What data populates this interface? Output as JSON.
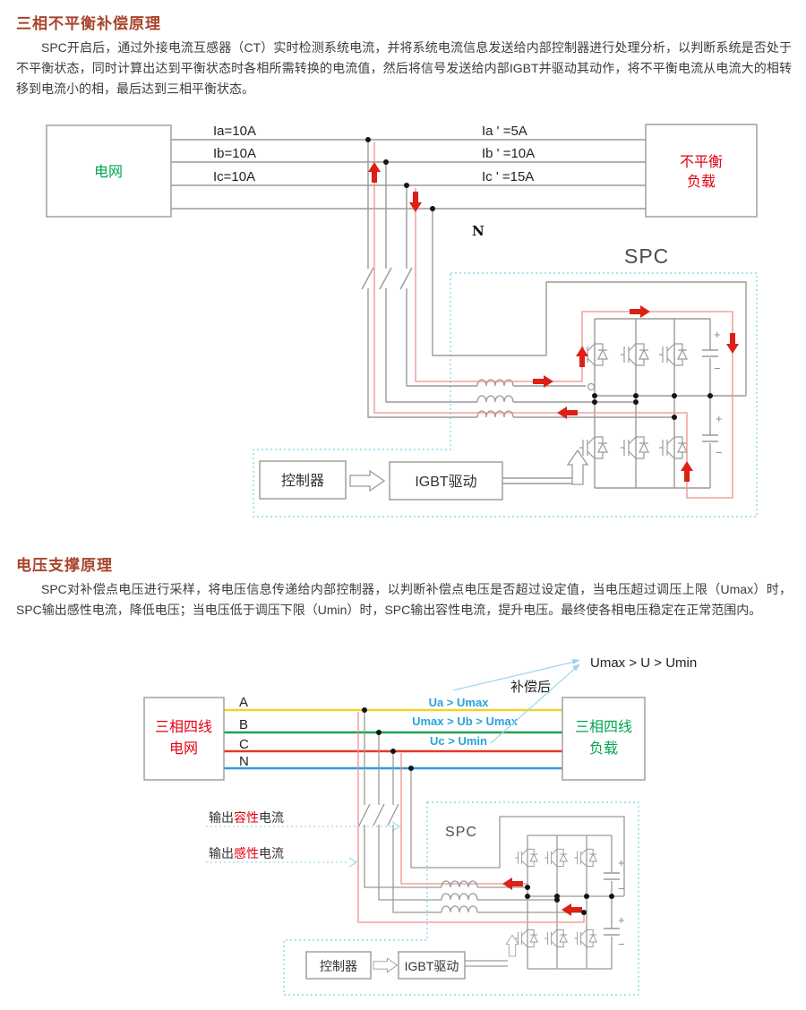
{
  "section1": {
    "title": "三相不平衡补偿原理",
    "paragraph": "SPC开启后，通过外接电流互感器（CT）实时检测系统电流，并将系统电流信息发送给内部控制器进行处理分析，以判断系统是否处于不平衡状态，同时计算出达到平衡状态时各相所需转换的电流值，然后将信号发送给内部IGBT并驱动其动作，将不平衡电流从电流大的相转移到电流小的相，最后达到三相平衡状态。"
  },
  "section2": {
    "title": "电压支撑原理",
    "paragraph": "SPC对补偿点电压进行采样，将电压信息传递给内部控制器，以判断补偿点电压是否超过设定值，当电压超过调压上限（Umax）时，SPC输出感性电流，降低电压；当电压低于调压下限（Umin）时，SPC输出容性电流，提升电压。最终使各相电压稳定在正常范围内。"
  },
  "diagram1": {
    "grid_box": "电网",
    "load_box_line1": "不平衡",
    "load_box_line2": "负载",
    "left_currents": [
      "Ia=10A",
      "Ib=10A",
      "Ic=10A"
    ],
    "right_currents": [
      "Ia ' =5A",
      "Ib ' =10A",
      "Ic ' =15A"
    ],
    "neutral_label": "N",
    "spc_label": "SPC",
    "controller_label": "控制器",
    "igbt_driver_label": "IGBT驱动",
    "cap_plus": "+",
    "cap_minus": "−"
  },
  "diagram2": {
    "source_box_line1": "三相四线",
    "source_box_line2": "电网",
    "load_box_line1": "三相四线",
    "load_box_line2": "负载",
    "phase_labels": [
      "A",
      "B",
      "C",
      "N"
    ],
    "voltage_labels": [
      "Ua > Umax",
      "Umax > Ub > Umax",
      "Uc > Umin"
    ],
    "after_comp_label": "补偿后",
    "result_label": "Umax > U > Umin",
    "output1_prefix": "输出",
    "output1_mid": "容性",
    "output1_suffix": "电流",
    "output2_prefix": "输出",
    "output2_mid": "感性",
    "output2_suffix": "电流",
    "spc_label": "SPC",
    "controller_label": "控制器",
    "igbt_driver_label": "IGBT驱动",
    "cap_plus": "+",
    "cap_minus": "−"
  },
  "colors": {
    "title_red": "#a8432b",
    "text_red": "#e60012",
    "text_green": "#00a651",
    "phase_a_yellow": "#f3d22b",
    "phase_b_green": "#21a04f",
    "phase_c_red": "#e2392b",
    "neutral_blue": "#2f9cd8",
    "circuit_gray": "#9a9a9a",
    "current_red": "#dd2016",
    "dashed_cyan": "#8ed7ea",
    "annotation_blue": "#2aa3dc"
  }
}
